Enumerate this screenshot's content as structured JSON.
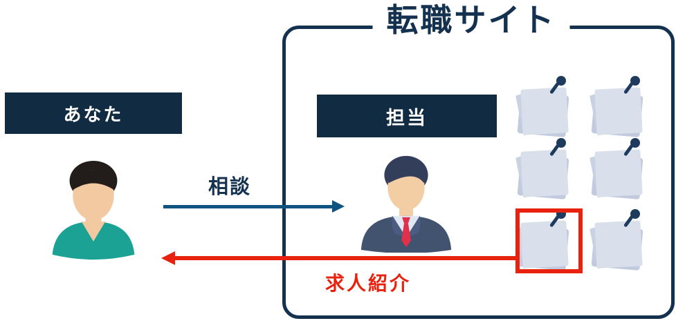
{
  "site": {
    "title": "転職サイト"
  },
  "actors": {
    "you": {
      "label": "あなた"
    },
    "agent": {
      "label": "担当"
    }
  },
  "arrows": {
    "consult": {
      "label": "相談",
      "direction": "you-to-agent",
      "color": "#0f5380"
    },
    "job_intro": {
      "label": "求人紹介",
      "direction": "agent-to-you",
      "color": "#e8220e"
    }
  },
  "notes": {
    "count": 6,
    "columns": 2,
    "rows": 3,
    "highlighted_note": "bottom-left",
    "highlight_color": "#e8220e"
  },
  "icons": {
    "you_person": "person-teal-shirt-icon",
    "agent_person": "businessman-suit-red-tie-icon",
    "sticky_note": "pinned-note-icon"
  },
  "colors": {
    "navy_label_bg": "#112b42",
    "navy_border": "#14314f",
    "blue_arrow": "#0f5380",
    "red": "#e8220e",
    "teal_shirt": "#1ba294",
    "skin": "#f2c9a1",
    "suit": "#41536f",
    "tie": "#e13049",
    "note_front": "#d9e0ec",
    "note_back": "#c2cbdd",
    "pin": "#1e3b5e"
  }
}
